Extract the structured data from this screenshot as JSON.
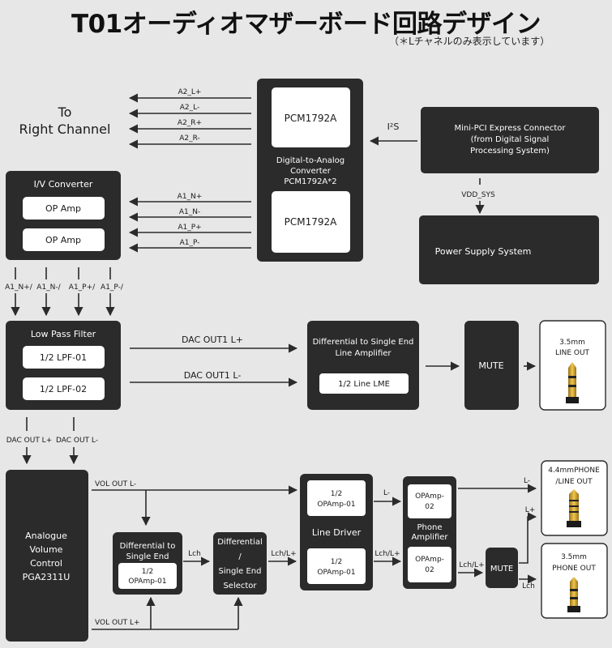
{
  "title": "T01オーディオマザーボード回路デザイン",
  "subtitle": "（＊Lチャネルのみ表示しています）",
  "labels": {
    "to_right_1": "To",
    "to_right_2": "Right Channel",
    "iv_converter": "I/V Converter",
    "op_amp_1": "OP Amp",
    "op_amp_2": "OP Amp",
    "dac_pcm_1": "PCM1792A",
    "dac_pcm_2": "PCM1792A",
    "dac_caption_1": "Digital-to-Analog",
    "dac_caption_2": "Converter",
    "dac_caption_3": "PCM1792A*2",
    "mpci_1": "Mini-PCI Express Connector",
    "mpci_2": "(from Digital Signal",
    "mpci_3": "Processing System)",
    "i2s": "I²S",
    "vdd_sys": "VDD_SYS",
    "psu": "Power Supply System",
    "a2_l_plus": "A2_L+",
    "a2_l_minus": "A2_L-",
    "a2_r_plus": "A2_R+",
    "a2_r_minus": "A2_R-",
    "a1_n_plus": "A1_N+",
    "a1_n_minus": "A1_N-",
    "a1_p_plus": "A1_P+",
    "a1_p_minus": "A1_P-",
    "iv_out_1": "A1_N+/",
    "iv_out_2": "A1_N-/",
    "iv_out_3": "A1_P+/",
    "iv_out_4": "A1_P-/",
    "lpf_title": "Low Pass Filter",
    "lpf_01": "1/2 LPF-01",
    "lpf_02": "1/2 LPF-02",
    "dac_out1_lp": "DAC OUT1 L+",
    "dac_out1_lm": "DAC OUT1 L-",
    "diff_line_1": "Differential to Single End",
    "diff_line_2": "Line Amplifier",
    "line_lme": "1/2 Line LME",
    "mute_1": "MUTE",
    "jack35_1_1": "3.5mm",
    "jack35_1_2": "LINE OUT",
    "dac_out_lp": "DAC OUT L+",
    "dac_out_lm": "DAC OUT L-",
    "avc_1": "Analogue",
    "avc_2": "Volume",
    "avc_3": "Control",
    "avc_4": "PGA2311U",
    "vol_out_lm": "VOL OUT L-",
    "vol_out_lp": "VOL OUT L+",
    "dse_1": "Differential to",
    "dse_2": "Single End",
    "dse_in_1": "1/2",
    "dse_in_2": "OPAmp-01",
    "lch_1": "Lch",
    "sel_1": "Differential",
    "sel_2": "/",
    "sel_3": "Single End",
    "sel_4": "Selector",
    "lch_lp_1": "Lch/L+",
    "ld_1_1": "1/2",
    "ld_1_2": "OPAmp-01",
    "ld_title": "Line Driver",
    "ld_2_1": "1/2",
    "ld_2_2": "OPAmp-01",
    "l_minus_1": "L-",
    "lch_lp_2": "Lch/L+",
    "pa_1_1": "OPAmp-",
    "pa_1_2": "02",
    "pa_title_1": "Phone",
    "pa_title_2": "Amplifier",
    "pa_2_1": "OPAmp-",
    "pa_2_2": "02",
    "lch_lp_3": "Lch/L+",
    "mute_2": "MUTE",
    "l_minus_2": "L-",
    "l_plus": "L+",
    "lch_2": "Lch",
    "jack44_1": "4.4mmPHONE",
    "jack44_2": "/LINE OUT",
    "jack35_2_1": "3.5mm",
    "jack35_2_2": "PHONE OUT"
  },
  "colors": {
    "background": "#e7e7e7",
    "block": "#2b2b2b",
    "inner": "#ffffff",
    "gold": "#d4a52e"
  },
  "icons": [
    "arrow-head",
    "jack-plug-3-5mm-icon",
    "jack-plug-4-4mm-icon"
  ]
}
